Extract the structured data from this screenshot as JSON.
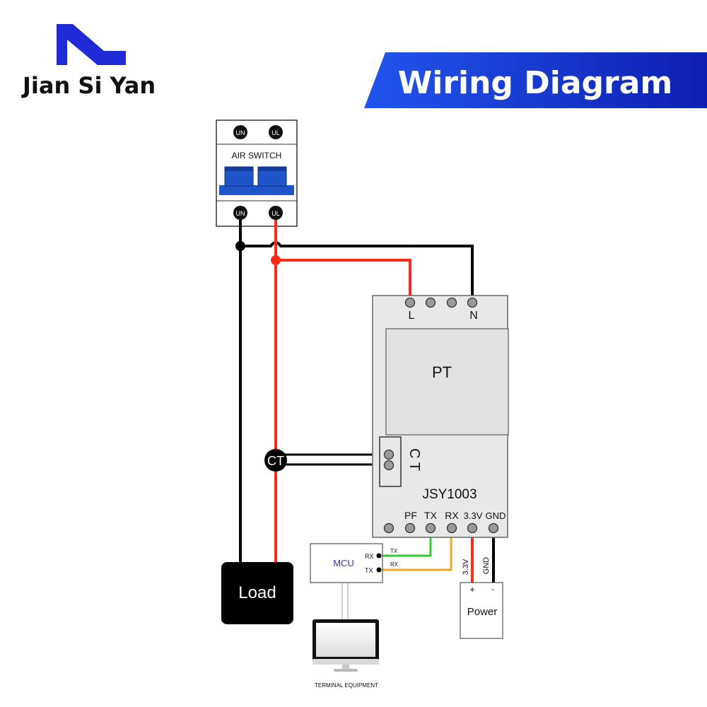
{
  "brand": {
    "name": "Jian Si Yan"
  },
  "banner": {
    "title": "Wiring Diagram"
  },
  "air_switch": {
    "label": "AIR SWITCH",
    "top_terminals": [
      "UN",
      "UL"
    ],
    "bottom_terminals": [
      "UN",
      "UL"
    ]
  },
  "meter": {
    "model": "JSY1003",
    "pt_label": "PT",
    "ct_block_label": "C T",
    "top_terminals": [
      "L",
      "",
      "",
      "N"
    ],
    "bottom_terminals": [
      "",
      "PF",
      "TX",
      "RX",
      "3.3V",
      "GND"
    ]
  },
  "ct_sensor": {
    "label": "CT"
  },
  "load": {
    "label": "Load"
  },
  "mcu": {
    "label": "MCU",
    "pin_rx": "RX",
    "pin_tx": "TX",
    "wire_tx": "TX",
    "wire_rx": "RX"
  },
  "power": {
    "label": "Power",
    "plus": "+",
    "minus": "-",
    "wire_33v": "3.3V",
    "wire_gnd": "GND"
  },
  "terminal": {
    "label": "TERMINAL EQUIPMENT"
  },
  "colors": {
    "brand_blue": "#1e2bd6",
    "banner_blue": "#1a3fd0",
    "live_wire": "#ff2a1a",
    "neutral_wire": "#000000",
    "tx_wire": "#33cc33",
    "rx_wire": "#f5a623",
    "breaker_blue": "#1f55c8",
    "module_gray": "#e8e8e8"
  }
}
